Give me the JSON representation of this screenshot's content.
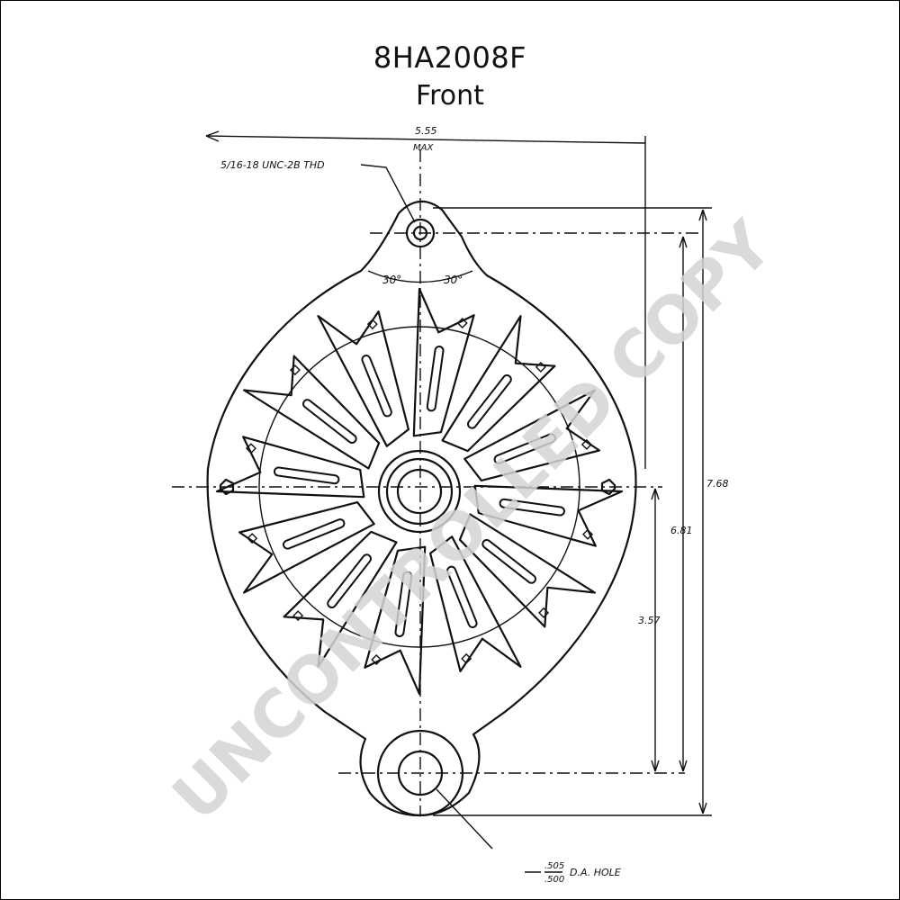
{
  "header": {
    "model": "8HA2008F",
    "view": "Front"
  },
  "dimensions": {
    "overall_width": "5.55",
    "overall_width_suffix": "MAX",
    "thread_note": "5/16-18 UNC-2B THD",
    "angle_left": "30°",
    "angle_right": "30°",
    "height_total": "7.68",
    "height_mid": "6.81",
    "height_low": "3.57",
    "hole_dia_top": ".505",
    "hole_dia_bottom": ".500",
    "hole_label": "D.A. HOLE"
  },
  "watermark": {
    "text": "UNCONTROLLED COPY",
    "color": "#d4d4d4"
  }
}
